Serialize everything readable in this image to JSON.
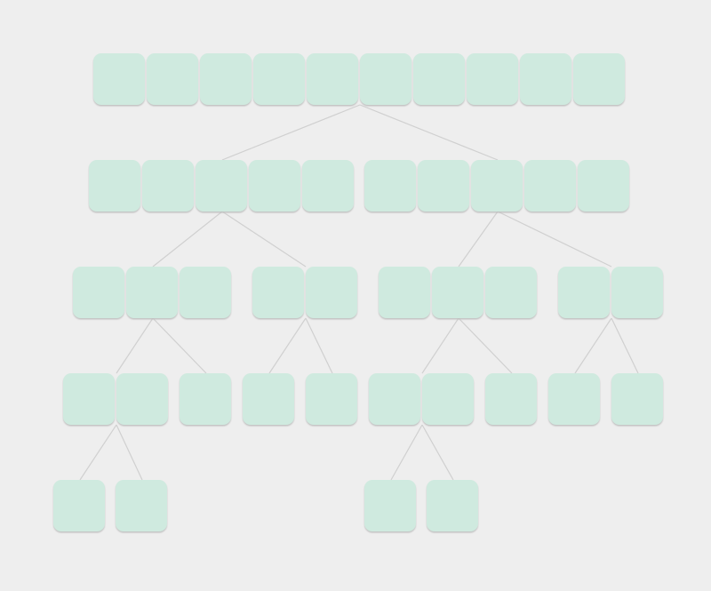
{
  "diagram": {
    "type": "merge-sort-tree",
    "colors": {
      "background": "#eeeeee",
      "node_fill": "#cfeadf",
      "node_shadow": "#cccccc",
      "edge": "#d0d0d0"
    },
    "levels": [
      [
        {
          "cells": 10,
          "parent": null
        }
      ],
      [
        {
          "cells": 5,
          "parent": 0
        },
        {
          "cells": 5,
          "parent": 0
        }
      ],
      [
        {
          "cells": 3,
          "parent": 0
        },
        {
          "cells": 2,
          "parent": 0
        },
        {
          "cells": 3,
          "parent": 1
        },
        {
          "cells": 2,
          "parent": 1
        }
      ],
      [
        {
          "cells": 2,
          "parent": 0
        },
        {
          "cells": 1,
          "parent": 0
        },
        {
          "cells": 1,
          "parent": 1
        },
        {
          "cells": 1,
          "parent": 1
        },
        {
          "cells": 2,
          "parent": 2
        },
        {
          "cells": 1,
          "parent": 2
        },
        {
          "cells": 1,
          "parent": 3
        },
        {
          "cells": 1,
          "parent": 3
        }
      ],
      [
        {
          "cells": 1,
          "parent": 0
        },
        {
          "cells": 1,
          "parent": 0
        },
        {
          "cells": 1,
          "parent": 4
        },
        {
          "cells": 1,
          "parent": 4
        }
      ]
    ]
  }
}
